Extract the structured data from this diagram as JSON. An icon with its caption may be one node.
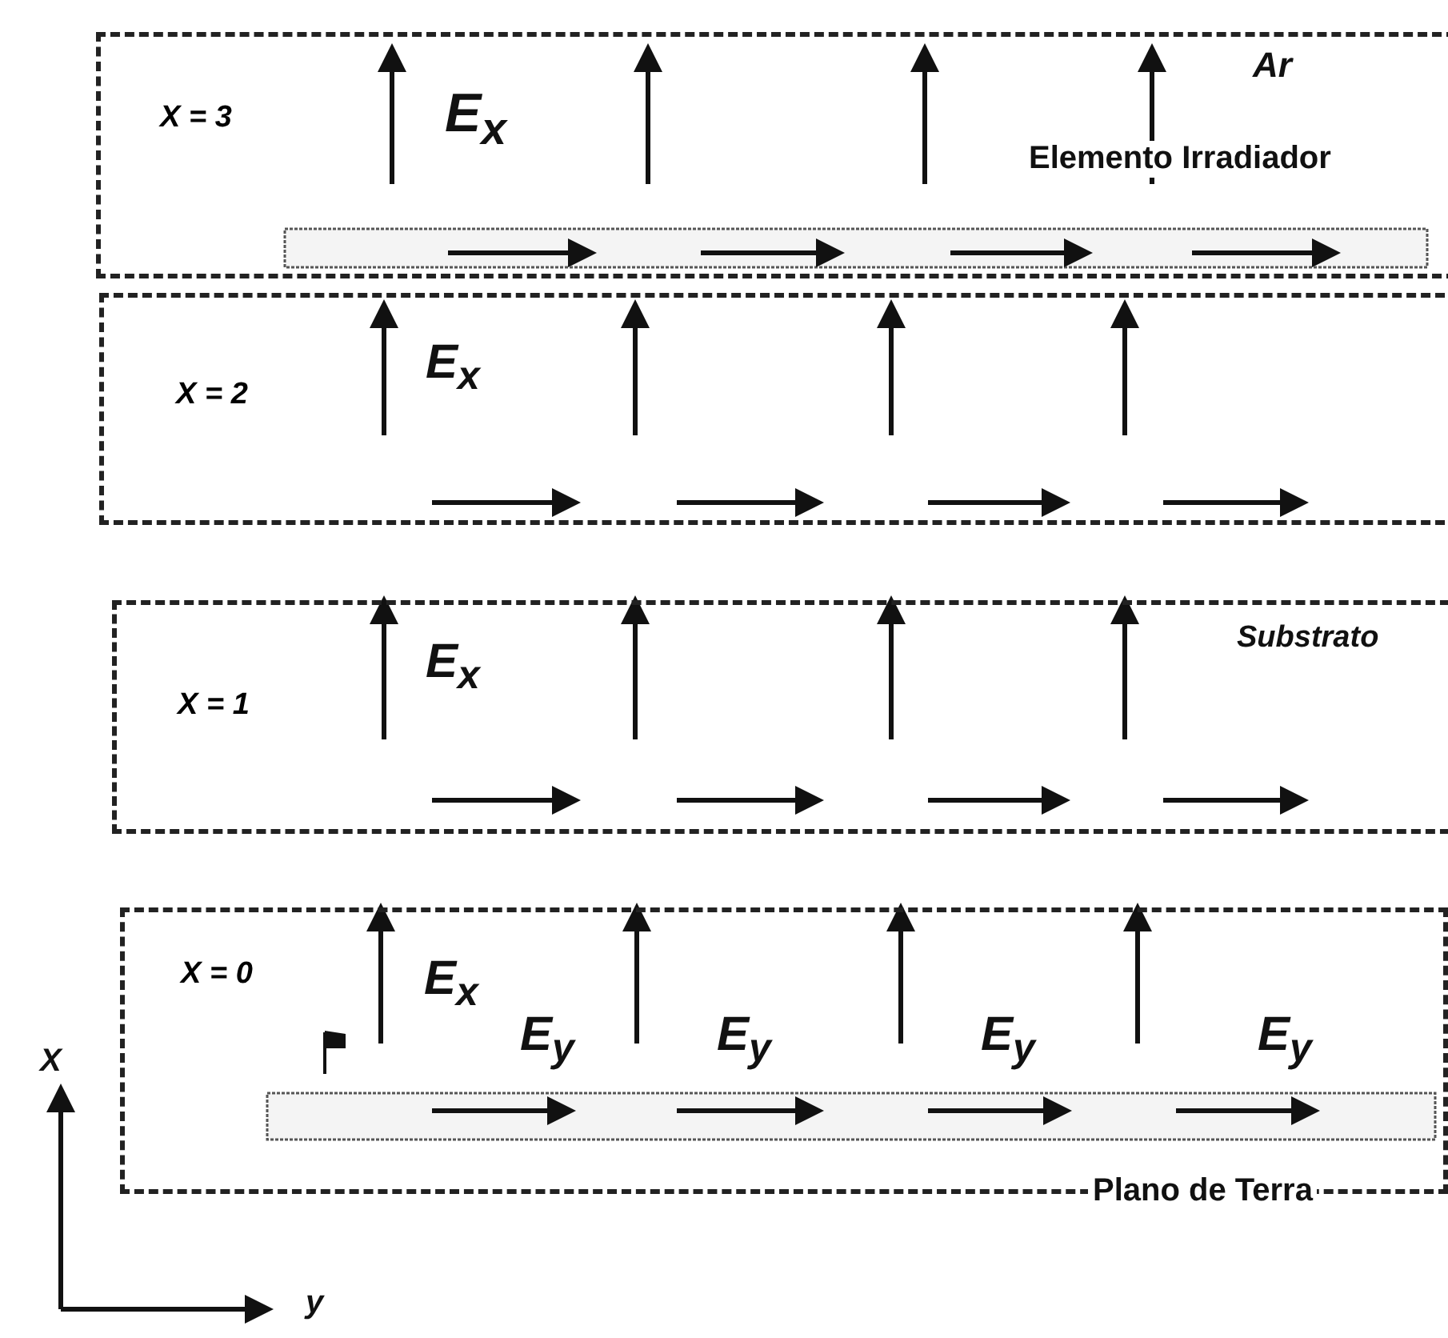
{
  "diagram": {
    "nodes": [
      {
        "text": [
          "X = 3"
        ]
      },
      {
        "text": [
          "X = 2"
        ]
      },
      {
        "text": [
          "X = 1"
        ]
      },
      {
        "text": [
          "X = 0"
        ]
      }
    ],
    "edges": [],
    "labels": [
      "Ar",
      "E$_{x}$",
      "Elemento Irradiador",
      "E$_{x}$",
      "E$_{x}$",
      "Substrato",
      "E$_{x}$",
      "E$_{y}$",
      "E$_{y}$",
      "E$_{y}$",
      "E$_{y}$",
      "X",
      "Plano de Terra",
      "y"
    ]
  }
}
